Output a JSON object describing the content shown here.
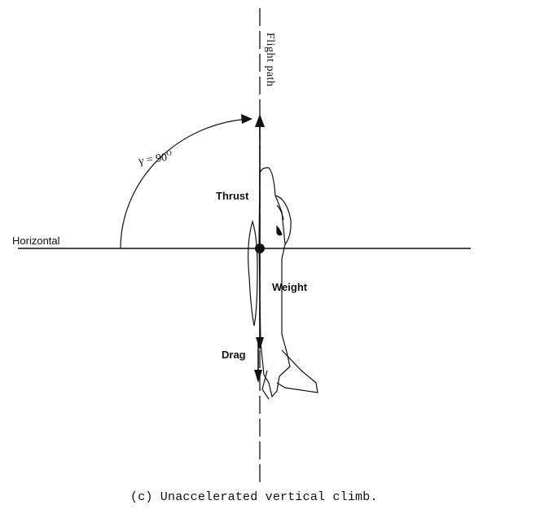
{
  "diagram": {
    "flight_path_label": "Flight path",
    "gamma_symbol": "γ = 90",
    "gamma_degree": "O",
    "horizontal_label": "Horizontal",
    "thrust_label": "Thrust",
    "weight_label": "Weight",
    "drag_label": "Drag",
    "caption": "(c) Unaccelerated vertical climb."
  },
  "colors": {
    "ink": "#111111",
    "background": "#ffffff"
  }
}
